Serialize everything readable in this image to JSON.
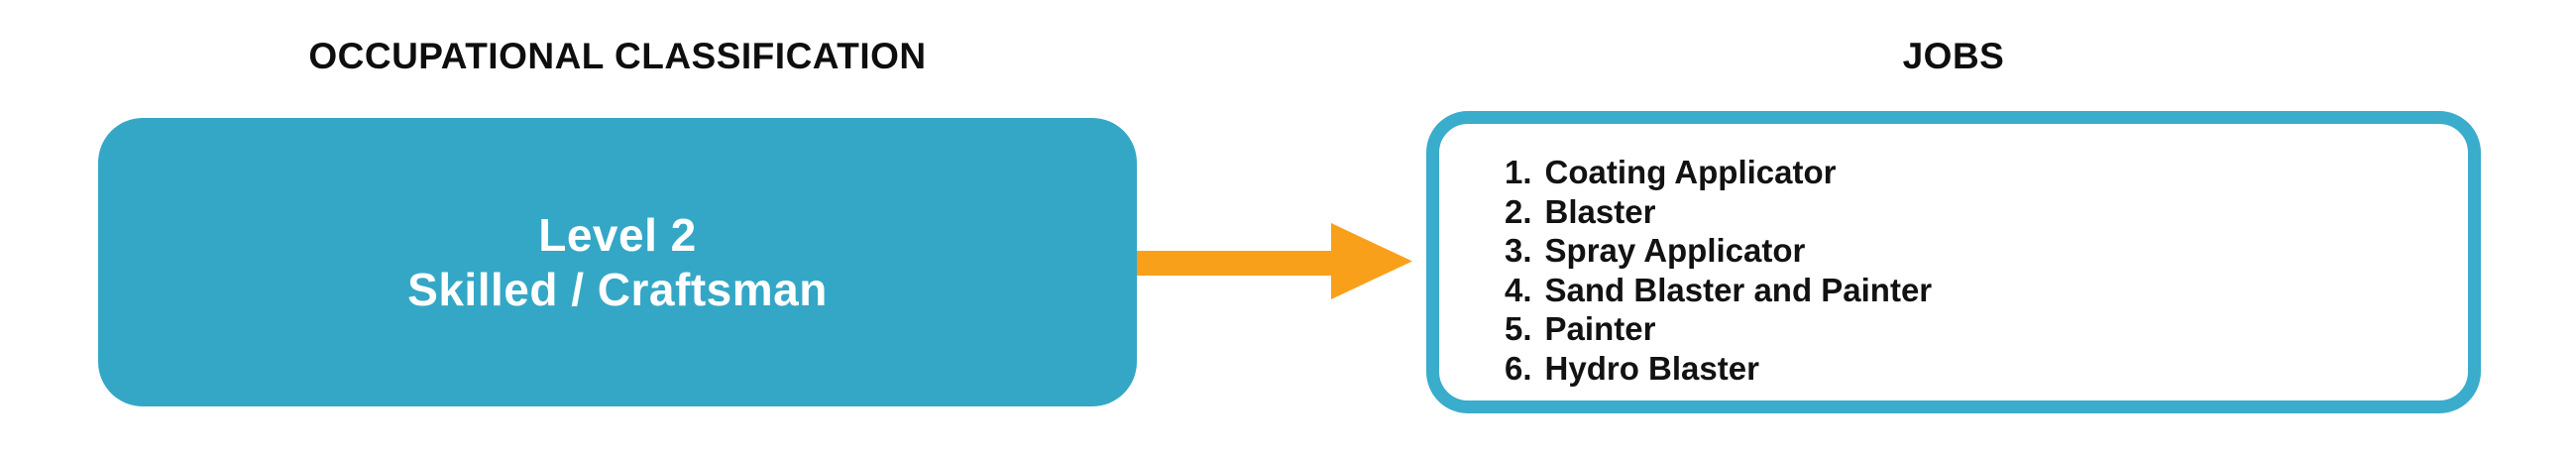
{
  "headers": {
    "left": "OCCUPATIONAL CLASSIFICATION",
    "right": "JOBS"
  },
  "classification_box": {
    "line1": "Level 2",
    "line2": "Skilled / Craftsman",
    "fill_color": "#34a7c6",
    "text_color": "#ffffff"
  },
  "arrow": {
    "name": "right-arrow",
    "color": "#f9a01b"
  },
  "jobs_box": {
    "border_color": "#3aaccc",
    "items": [
      {
        "number": "1.",
        "label": "Coating Applicator"
      },
      {
        "number": "2.",
        "label": "Blaster"
      },
      {
        "number": "3.",
        "label": "Spray Applicator"
      },
      {
        "number": "4.",
        "label": "Sand Blaster and Painter"
      },
      {
        "number": "5.",
        "label": "Painter"
      },
      {
        "number": "6.",
        "label": "Hydro Blaster"
      }
    ]
  }
}
